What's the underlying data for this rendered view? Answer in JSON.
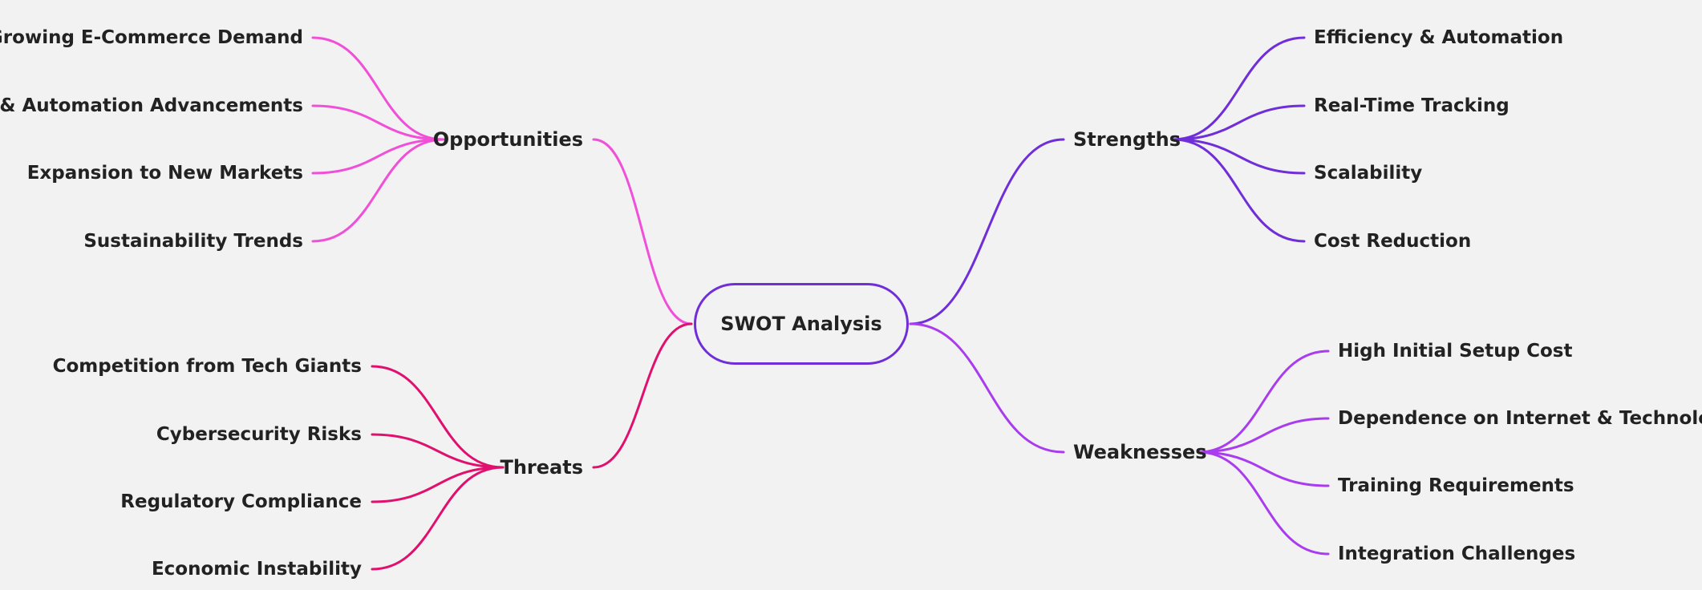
{
  "center": {
    "label": "SWOT Analysis",
    "color": "#6f2ed8"
  },
  "branches": {
    "strengths": {
      "label": "Strengths",
      "color": "#6f2ed8",
      "items": [
        "Efficiency & Automation",
        "Real-Time Tracking",
        "Scalability",
        "Cost Reduction"
      ]
    },
    "weaknesses": {
      "label": "Weaknesses",
      "color": "#a93cee",
      "items": [
        "High Initial Setup Cost",
        "Dependence on Internet & Technology",
        "Training Requirements",
        "Integration Challenges"
      ]
    },
    "opportunities": {
      "label": "Opportunities",
      "color": "#f050d8",
      "items": [
        "Growing E-Commerce Demand",
        "AI & Automation Advancements",
        "Expansion to New Markets",
        "Sustainability Trends"
      ]
    },
    "threats": {
      "label": "Threats",
      "color": "#e0106e",
      "items": [
        "Competition from Tech Giants",
        "Cybersecurity Risks",
        "Regulatory Compliance",
        "Economic Instability"
      ]
    }
  }
}
